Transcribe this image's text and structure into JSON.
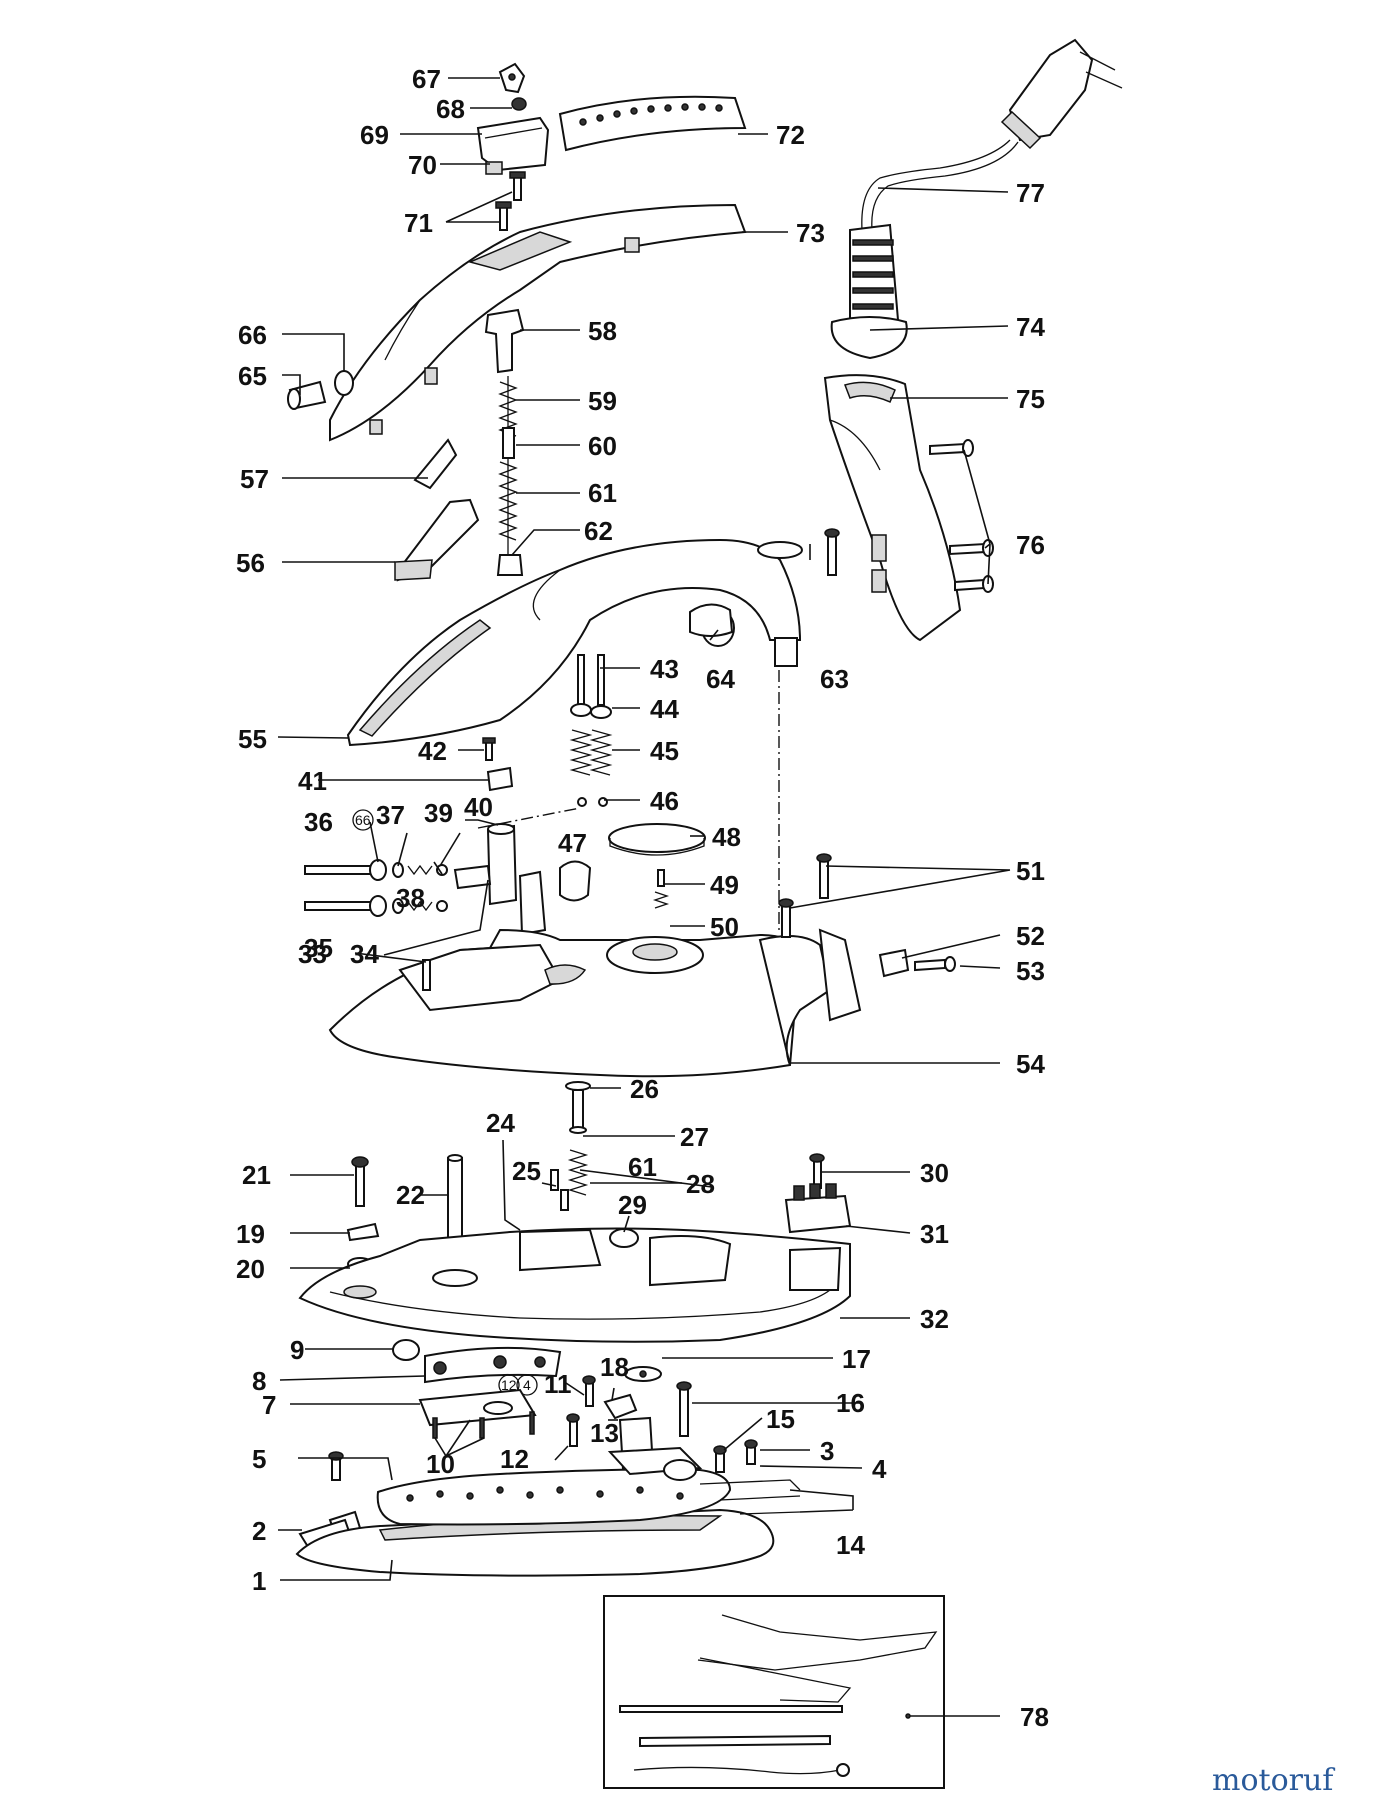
{
  "diagram": {
    "part_numbers": [
      "1",
      "2",
      "3",
      "4",
      "5",
      "7",
      "8",
      "9",
      "10",
      "11",
      "12",
      "13",
      "14",
      "15",
      "16",
      "17",
      "18",
      "19",
      "20",
      "21",
      "22",
      "24",
      "25",
      "26",
      "27",
      "28",
      "29",
      "30",
      "31",
      "32",
      "33",
      "34",
      "35",
      "36",
      "37",
      "38",
      "39",
      "40",
      "41",
      "42",
      "43",
      "44",
      "45",
      "46",
      "47",
      "48",
      "49",
      "50",
      "51",
      "52",
      "53",
      "54",
      "55",
      "56",
      "57",
      "58",
      "59",
      "60",
      "61",
      "62",
      "63",
      "64",
      "65",
      "66",
      "67",
      "68",
      "69",
      "70",
      "71",
      "72",
      "73",
      "74",
      "75",
      "76",
      "77",
      "78"
    ],
    "circled_marks": [
      "66",
      "12",
      "4"
    ],
    "watermark": "motoruf"
  }
}
